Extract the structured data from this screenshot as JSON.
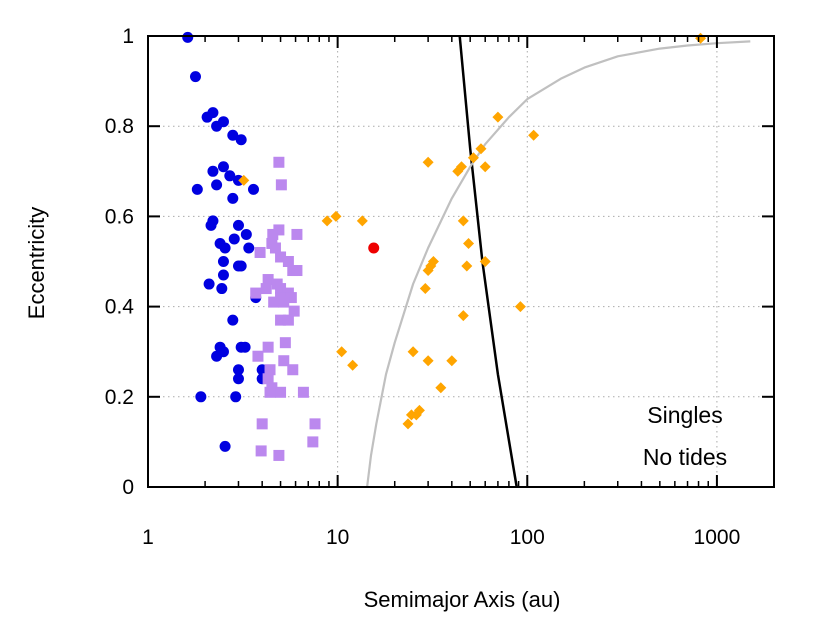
{
  "chart_data": {
    "type": "scatter",
    "title": "",
    "xlabel": "Semimajor Axis (au)",
    "ylabel": "Eccentricity",
    "xscale": "log",
    "xlim": [
      1,
      2000
    ],
    "ylim": [
      0,
      1
    ],
    "x_ticks": [
      1,
      10,
      100,
      1000
    ],
    "x_tick_labels": [
      "1",
      "10",
      "100",
      "1000"
    ],
    "y_ticks": [
      0,
      0.2,
      0.4,
      0.6,
      0.8,
      1
    ],
    "y_tick_labels": [
      "0",
      "0.2",
      "0.4",
      "0.6",
      "0.8",
      "1"
    ],
    "grid": true,
    "annotations": [
      "Singles",
      "No tides"
    ],
    "colors": {
      "blue": "#0000e0",
      "purple": "#bb88ee",
      "orange": "#ffa500",
      "red": "#ee0000",
      "black_curve": "#000000",
      "gray_curve": "#c0c0c0"
    },
    "series": [
      {
        "marker": "circle",
        "color": "#0000e0",
        "points": [
          [
            1.62,
            0.997
          ],
          [
            1.78,
            0.91
          ],
          [
            2.05,
            0.82
          ],
          [
            2.2,
            0.83
          ],
          [
            2.3,
            0.8
          ],
          [
            2.5,
            0.81
          ],
          [
            2.8,
            0.78
          ],
          [
            3.1,
            0.77
          ],
          [
            2.2,
            0.7
          ],
          [
            2.3,
            0.67
          ],
          [
            2.5,
            0.71
          ],
          [
            2.7,
            0.69
          ],
          [
            3.0,
            0.68
          ],
          [
            1.82,
            0.66
          ],
          [
            3.6,
            0.66
          ],
          [
            2.8,
            0.64
          ],
          [
            2.15,
            0.58
          ],
          [
            2.2,
            0.59
          ],
          [
            3.0,
            0.58
          ],
          [
            3.3,
            0.56
          ],
          [
            2.4,
            0.54
          ],
          [
            2.55,
            0.53
          ],
          [
            2.85,
            0.55
          ],
          [
            3.4,
            0.53
          ],
          [
            2.5,
            0.5
          ],
          [
            3.0,
            0.49
          ],
          [
            3.1,
            0.49
          ],
          [
            2.5,
            0.47
          ],
          [
            2.1,
            0.45
          ],
          [
            2.45,
            0.44
          ],
          [
            3.7,
            0.42
          ],
          [
            2.8,
            0.37
          ],
          [
            2.4,
            0.31
          ],
          [
            2.5,
            0.3
          ],
          [
            3.1,
            0.31
          ],
          [
            3.25,
            0.31
          ],
          [
            2.3,
            0.29
          ],
          [
            3.0,
            0.26
          ],
          [
            4.0,
            0.26
          ],
          [
            3.0,
            0.24
          ],
          [
            4.0,
            0.24
          ],
          [
            1.9,
            0.2
          ],
          [
            2.9,
            0.2
          ],
          [
            2.55,
            0.09
          ]
        ]
      },
      {
        "marker": "square",
        "color": "#bb88ee",
        "points": [
          [
            4.9,
            0.72
          ],
          [
            5.05,
            0.67
          ],
          [
            4.55,
            0.56
          ],
          [
            4.9,
            0.57
          ],
          [
            6.1,
            0.56
          ],
          [
            4.5,
            0.54
          ],
          [
            4.7,
            0.53
          ],
          [
            3.9,
            0.52
          ],
          [
            5.0,
            0.51
          ],
          [
            5.5,
            0.5
          ],
          [
            5.8,
            0.48
          ],
          [
            6.1,
            0.48
          ],
          [
            4.3,
            0.46
          ],
          [
            4.2,
            0.44
          ],
          [
            4.8,
            0.45
          ],
          [
            5.0,
            0.44
          ],
          [
            3.7,
            0.43
          ],
          [
            5.5,
            0.43
          ],
          [
            5.0,
            0.42
          ],
          [
            5.7,
            0.42
          ],
          [
            4.6,
            0.41
          ],
          [
            5.2,
            0.41
          ],
          [
            5.9,
            0.39
          ],
          [
            5.0,
            0.37
          ],
          [
            5.5,
            0.37
          ],
          [
            5.3,
            0.32
          ],
          [
            4.3,
            0.31
          ],
          [
            3.8,
            0.29
          ],
          [
            5.2,
            0.28
          ],
          [
            4.4,
            0.26
          ],
          [
            5.8,
            0.26
          ],
          [
            4.3,
            0.24
          ],
          [
            4.5,
            0.22
          ],
          [
            4.4,
            0.21
          ],
          [
            5.0,
            0.21
          ],
          [
            6.6,
            0.21
          ],
          [
            4.0,
            0.14
          ],
          [
            7.6,
            0.14
          ],
          [
            7.4,
            0.1
          ],
          [
            3.95,
            0.08
          ],
          [
            4.9,
            0.07
          ]
        ]
      },
      {
        "marker": "diamond",
        "color": "#ffa500",
        "points": [
          [
            3.2,
            0.68
          ],
          [
            8.8,
            0.59
          ],
          [
            9.8,
            0.6
          ],
          [
            13.5,
            0.59
          ],
          [
            10.5,
            0.3
          ],
          [
            12.0,
            0.27
          ],
          [
            23.5,
            0.14
          ],
          [
            24.5,
            0.16
          ],
          [
            26.0,
            0.16
          ],
          [
            27.0,
            0.17
          ],
          [
            25.0,
            0.3
          ],
          [
            29.0,
            0.44
          ],
          [
            30.0,
            0.48
          ],
          [
            31.0,
            0.49
          ],
          [
            32.0,
            0.5
          ],
          [
            30.0,
            0.28
          ],
          [
            35.0,
            0.22
          ],
          [
            30.0,
            0.72
          ],
          [
            40.0,
            0.28
          ],
          [
            43.0,
            0.7
          ],
          [
            45.0,
            0.71
          ],
          [
            46.0,
            0.59
          ],
          [
            48.0,
            0.49
          ],
          [
            49.0,
            0.54
          ],
          [
            46.0,
            0.38
          ],
          [
            52.0,
            0.73
          ],
          [
            57.0,
            0.75
          ],
          [
            60.0,
            0.71
          ],
          [
            60.0,
            0.5
          ],
          [
            70.0,
            0.82
          ],
          [
            92.0,
            0.4
          ],
          [
            108.0,
            0.78
          ],
          [
            820.0,
            0.995
          ]
        ]
      },
      {
        "marker": "circle",
        "color": "#ee0000",
        "points": [
          [
            15.5,
            0.53
          ]
        ]
      }
    ],
    "curves": [
      {
        "color": "#000000",
        "points": [
          [
            44.0,
            1.0
          ],
          [
            50.0,
            0.75
          ],
          [
            58.0,
            0.5
          ],
          [
            70.0,
            0.25
          ],
          [
            88.0,
            0.0
          ]
        ]
      },
      {
        "color": "#c0c0c0",
        "points": [
          [
            14.3,
            0.0
          ],
          [
            15.0,
            0.07
          ],
          [
            16.0,
            0.14
          ],
          [
            18.0,
            0.25
          ],
          [
            20.0,
            0.32
          ],
          [
            25.0,
            0.45
          ],
          [
            30.0,
            0.53
          ],
          [
            40.0,
            0.64
          ],
          [
            50.0,
            0.71
          ],
          [
            60.0,
            0.76
          ],
          [
            80.0,
            0.82
          ],
          [
            100.0,
            0.86
          ],
          [
            150.0,
            0.905
          ],
          [
            200.0,
            0.93
          ],
          [
            300.0,
            0.955
          ],
          [
            500.0,
            0.972
          ],
          [
            700.0,
            0.979
          ],
          [
            1000.0,
            0.984
          ],
          [
            1500.0,
            0.988
          ]
        ]
      }
    ]
  }
}
